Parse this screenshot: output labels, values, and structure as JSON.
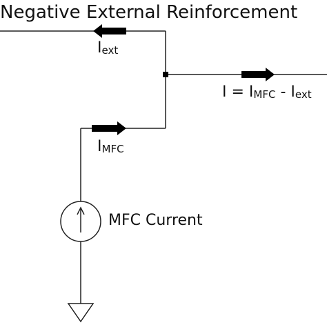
{
  "title": "Negative External Reinforcement",
  "labels": {
    "i_ext_main": "I",
    "i_ext_sub": "ext",
    "i_total_main": "I = I",
    "i_total_sub1": "MFC",
    "i_total_sep": " - I",
    "i_total_sub2": "ext",
    "i_mfc_main": "I",
    "i_mfc_sub": "MFC",
    "source_label": "MFC Current"
  },
  "colors": {
    "wire": "#222222",
    "arrow": "#000000",
    "text": "#111111"
  },
  "icons": {
    "source": "current-source-icon",
    "ground": "ground-icon"
  }
}
